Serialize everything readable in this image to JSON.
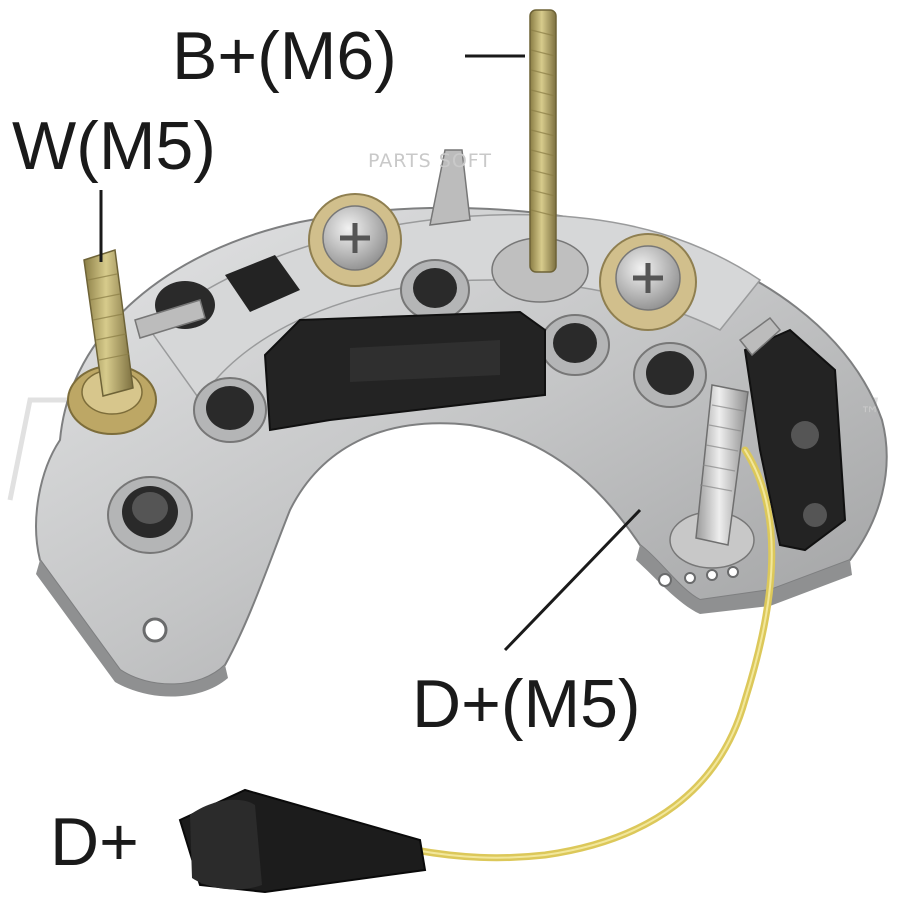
{
  "labels": {
    "b_plus": "B+(M6)",
    "w": "W(M5)",
    "d_plus_m5": "D+(M5)",
    "d_plus": "D+"
  },
  "watermarks": {
    "parts_soft": "PARTS SOFT",
    "brand_tm": "™"
  },
  "colors": {
    "plate": "#c9cacb",
    "plate_shadow": "#8f9091",
    "rubber": "#232323",
    "brass_stud": "#b9ab6a",
    "steel_stud": "#cfcfcf",
    "wire": "#e2cf63",
    "text": "#1a1a1a"
  }
}
